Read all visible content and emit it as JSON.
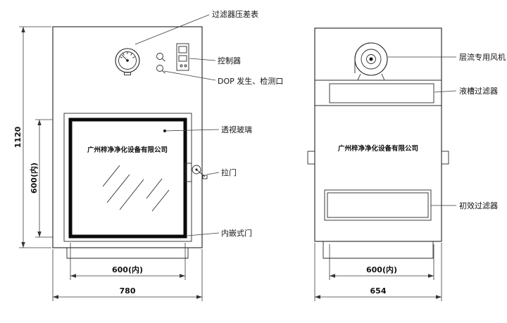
{
  "company_name": "广州梓净净化设备有限公司",
  "front_view": {
    "callouts": {
      "gauge": "过滤器压差表",
      "controller": "控制器",
      "dop_port": "DOP 发生、检测口",
      "glass": "透视玻璃",
      "door_handle": "拉门",
      "inner_door": "内嵌式门"
    },
    "dimensions": {
      "total_height": "1120",
      "inner_height": "600(内)",
      "inner_width": "600(内)",
      "total_width": "780"
    }
  },
  "side_view": {
    "callouts": {
      "fan": "层流专用风机",
      "liquid_seal_filter": "液槽过滤器",
      "primary_filter": "初效过滤器"
    },
    "dimensions": {
      "inner_width": "600(内)",
      "total_width": "654"
    }
  }
}
